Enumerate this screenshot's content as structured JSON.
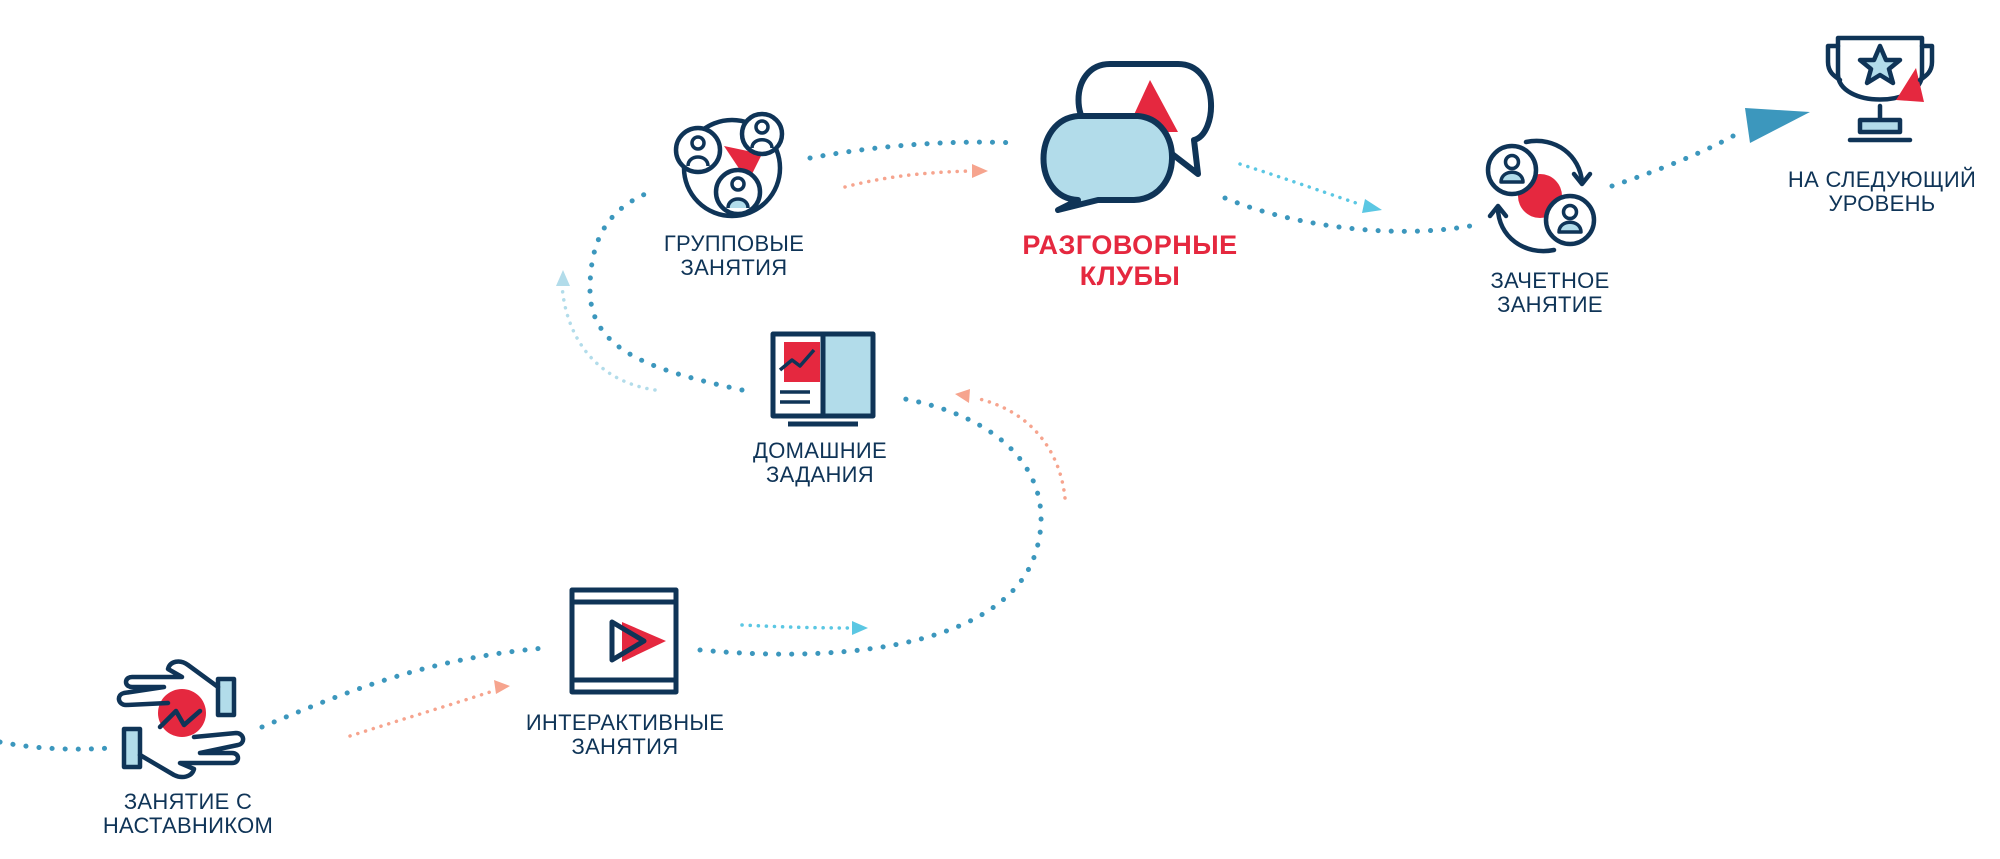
{
  "stages": [
    {
      "line1": "ЗАНЯТИЕ С",
      "line2": "НАСТАВНИКОМ",
      "icon": "handshake-icon"
    },
    {
      "line1": "ИНТЕРАКТИВНЫЕ",
      "line2": "ЗАНЯТИЯ",
      "icon": "video-play-icon"
    },
    {
      "line1": "ДОМАШНИЕ",
      "line2": "ЗАДАНИЯ",
      "icon": "open-book-icon"
    },
    {
      "line1": "ГРУППОВЫЕ",
      "line2": "ЗАНЯТИЯ",
      "icon": "group-people-icon"
    },
    {
      "line1": "РАЗГОВОРНЫЕ",
      "line2": "КЛУБЫ",
      "icon": "speech-bubbles-icon",
      "highlighted": true
    },
    {
      "line1": "ЗАЧЕТНОЕ",
      "line2": "ЗАНЯТИЕ",
      "icon": "exchange-people-icon"
    },
    {
      "line1": "НА СЛЕДУЮЩИЙ",
      "line2": "УРОВЕНЬ",
      "icon": "trophy-icon"
    }
  ],
  "colors": {
    "navy": "#0f3457",
    "red": "#e5283f",
    "light_blue": "#b2dcea",
    "dot_teal": "#3c97bd",
    "arrow_cyan": "#5bc7e3",
    "arrow_salmon": "#f6a48e"
  }
}
